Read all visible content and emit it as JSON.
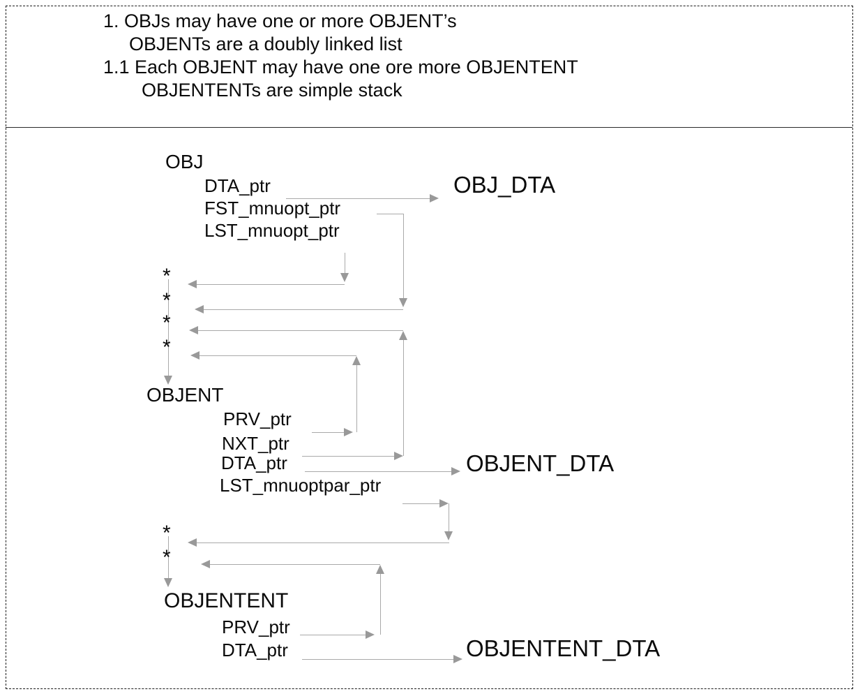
{
  "notes": {
    "line1": "1. OBJs may have one or more OBJENT’s",
    "line2": "OBJENTs are a doubly linked list",
    "line3": "1.1 Each OBJENT may have one ore more OBJENTENT",
    "line4": "OBJENTENTs are simple stack"
  },
  "diagram": {
    "bullet": "*",
    "obj": {
      "label": "OBJ",
      "fields": [
        "DTA_ptr",
        "FST_mnuopt_ptr",
        "LST_mnuopt_ptr"
      ],
      "target": "OBJ_DTA"
    },
    "objent": {
      "label": "OBJENT",
      "fields": [
        "PRV_ptr",
        "NXT_ptr",
        "DTA_ptr",
        "LST_mnuoptpar_ptr"
      ],
      "target": "OBJENT_DTA"
    },
    "objentent": {
      "label": "OBJENTENT",
      "fields": [
        "PRV_ptr",
        "DTA_ptr"
      ],
      "target": "OBJENTENT_DTA"
    },
    "colors": {
      "line": "#a9a9a9",
      "arrow": "#999999",
      "text": "#0a0a0a",
      "border": "#1a1a1a"
    }
  }
}
